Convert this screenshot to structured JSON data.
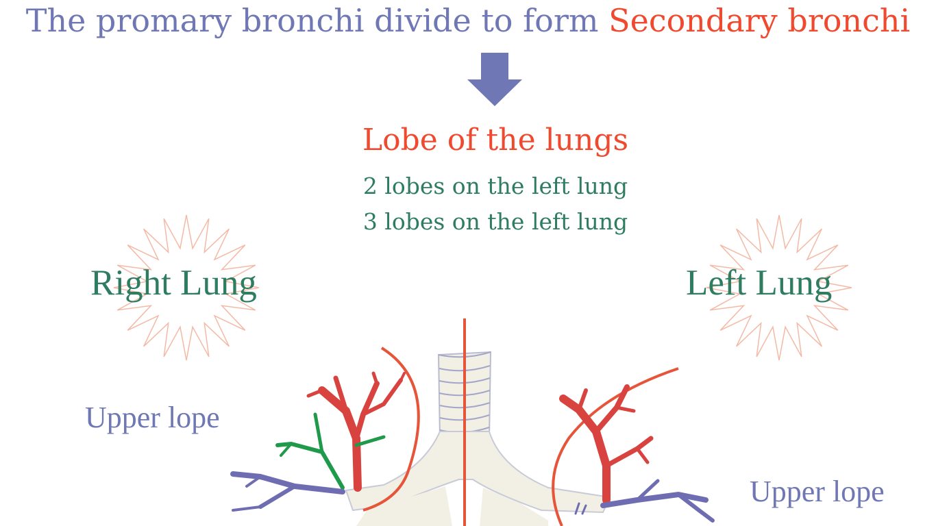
{
  "headline": {
    "prefix": "The promary bronchi divide to form ",
    "highlight": "Secondary bronchi"
  },
  "lobes": {
    "title": "Lobe of the lungs",
    "line1": "2 lobes on the left lung",
    "line2": "3 lobes on the left lung"
  },
  "labels": {
    "right_lung": "Right Lung",
    "left_lung": "Left Lung",
    "upper_lobe_right": "Upper lope",
    "upper_lobe_left": "Upper lope"
  },
  "colors": {
    "heading_blue": "#6f78b5",
    "accent_red": "#ef4a2f",
    "text_green": "#2e7d60",
    "burst_peach": "#f4b9a5",
    "airway_cream": "#f2f0e4",
    "branch_green": "#1f9a4a",
    "branch_purple": "#6f6db2"
  }
}
